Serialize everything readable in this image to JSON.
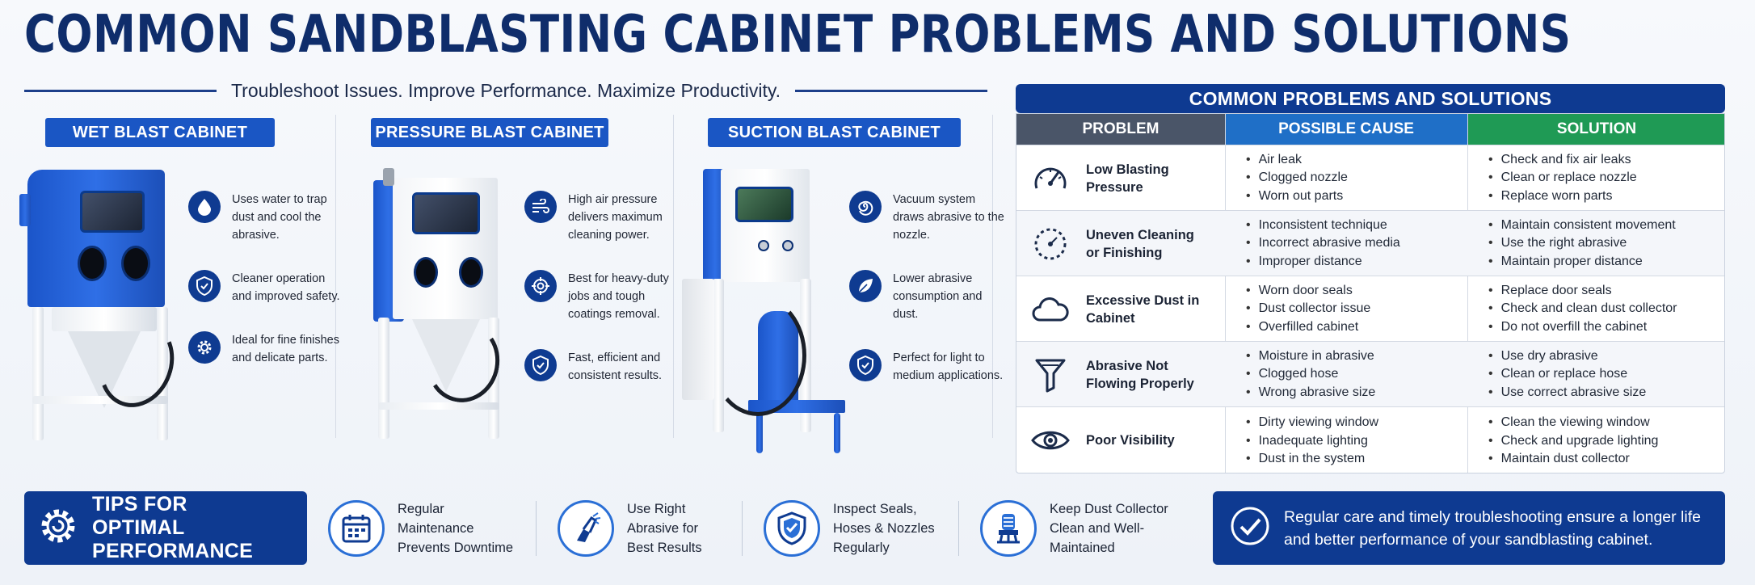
{
  "title": "COMMON SANDBLASTING CABINET PROBLEMS AND SOLUTIONS",
  "subtitle": "Troubleshoot Issues. Improve Performance. Maximize Productivity.",
  "colors": {
    "navy": "#0e3a91",
    "blue": "#1a56c4",
    "accent_blue": "#1f6fc7",
    "green": "#1f9a55",
    "gray_header": "#4a5568"
  },
  "cabinets": [
    {
      "label": "WET BLAST CABINET",
      "features": [
        {
          "icon": "water-drop-icon",
          "text": "Uses water to trap dust and cool the abrasive."
        },
        {
          "icon": "shield-check-icon",
          "text": "Cleaner operation and improved safety."
        },
        {
          "icon": "gear-icon",
          "text": "Ideal for fine finishes and delicate parts."
        }
      ]
    },
    {
      "label": "PRESSURE BLAST CABINET",
      "features": [
        {
          "icon": "air-flow-icon",
          "text": "High air pressure delivers maximum cleaning power."
        },
        {
          "icon": "target-icon",
          "text": "Best for heavy-duty jobs and tough coatings removal."
        },
        {
          "icon": "shield-check-icon",
          "text": "Fast, efficient and consistent results."
        }
      ]
    },
    {
      "label": "SUCTION BLAST CABINET",
      "features": [
        {
          "icon": "swirl-icon",
          "text": "Vacuum system draws abrasive to the nozzle."
        },
        {
          "icon": "leaf-icon",
          "text": "Lower abrasive consumption and dust."
        },
        {
          "icon": "shield-check-icon",
          "text": "Perfect for light to medium applications."
        }
      ]
    }
  ],
  "table": {
    "title": "COMMON PROBLEMS AND SOLUTIONS",
    "headers": {
      "problem": "PROBLEM",
      "cause": "POSSIBLE CAUSE",
      "solution": "SOLUTION"
    },
    "rows": [
      {
        "icon": "gauge-icon",
        "problem": "Low Blasting Pressure",
        "causes": [
          "Air leak",
          "Clogged nozzle",
          "Worn out parts"
        ],
        "solutions": [
          "Check and fix air leaks",
          "Clean or replace nozzle",
          "Replace worn parts"
        ]
      },
      {
        "icon": "dotted-circle-icon",
        "problem": "Uneven Cleaning or Finishing",
        "causes": [
          "Inconsistent technique",
          "Incorrect abrasive media",
          "Improper distance"
        ],
        "solutions": [
          "Maintain consistent movement",
          "Use the right abrasive",
          "Maintain proper distance"
        ]
      },
      {
        "icon": "cloud-icon",
        "problem": "Excessive Dust in Cabinet",
        "causes": [
          "Worn door seals",
          "Dust collector issue",
          "Overfilled cabinet"
        ],
        "solutions": [
          "Replace door seals",
          "Check and clean dust collector",
          "Do not overfill the cabinet"
        ]
      },
      {
        "icon": "funnel-icon",
        "problem": "Abrasive Not Flowing Properly",
        "causes": [
          "Moisture in abrasive",
          "Clogged hose",
          "Wrong abrasive size"
        ],
        "solutions": [
          "Use dry abrasive",
          "Clean or replace hose",
          "Use correct abrasive size"
        ]
      },
      {
        "icon": "eye-icon",
        "problem": "Poor Visibility",
        "causes": [
          "Dirty viewing window",
          "Inadequate lighting",
          "Dust in the system"
        ],
        "solutions": [
          "Clean the viewing window",
          "Check and upgrade lighting",
          "Maintain dust collector"
        ]
      }
    ]
  },
  "tips": {
    "title": "TIPS FOR OPTIMAL PERFORMANCE",
    "items": [
      {
        "icon": "calendar-icon",
        "text": "Regular Maintenance Prevents Downtime"
      },
      {
        "icon": "nozzle-hand-icon",
        "text": "Use Right Abrasive for Best Results"
      },
      {
        "icon": "shield-icon",
        "text": "Inspect Seals, Hoses & Nozzles Regularly"
      },
      {
        "icon": "dust-collector-icon",
        "text": "Keep Dust Collector Clean and Well-Maintained"
      }
    ]
  },
  "closing": "Regular care and timely troubleshooting ensure a longer life and better performance of your sandblasting cabinet."
}
